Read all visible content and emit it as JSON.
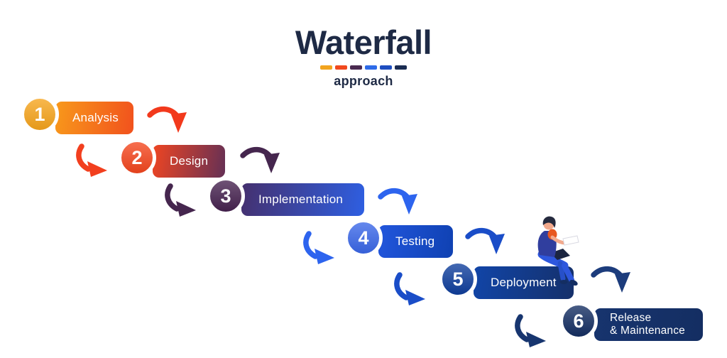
{
  "title": "Waterfall",
  "subtitle": "approach",
  "colors": {
    "title": "#1E2A45",
    "background": "#FFFFFF"
  },
  "title_dashes": [
    "#F2A41E",
    "#F1491E",
    "#4A2A50",
    "#2E6BE8",
    "#1E4EC0",
    "#1A2C52"
  ],
  "steps": [
    {
      "number": "1",
      "label": "Analysis",
      "circle": "#F6A41C",
      "bar_from": "#F8991B",
      "bar_to": "#F1511D"
    },
    {
      "number": "2",
      "label": "Design",
      "circle": "#F4461E",
      "bar_from": "#EF4522",
      "bar_to": "#643055"
    },
    {
      "number": "3",
      "label": "Implementation",
      "circle": "#46224F",
      "bar_from": "#45306E",
      "bar_to": "#2E5FE2"
    },
    {
      "number": "4",
      "label": "Testing",
      "circle": "#3A67E8",
      "bar_from": "#2256DC",
      "bar_to": "#0F41B2"
    },
    {
      "number": "5",
      "label": "Deployment",
      "circle": "#0F3E9C",
      "bar_from": "#1145A8",
      "bar_to": "#15306A"
    },
    {
      "number": "6",
      "label": "Release\n& Maintenance",
      "circle": "#142E62",
      "bar_from": "#17346E",
      "bar_to": "#142E62"
    }
  ],
  "arrows": [
    {
      "name": "arrow-1-2-upper",
      "color": "#F2391C"
    },
    {
      "name": "arrow-1-2-lower",
      "color": "#F23F1E"
    },
    {
      "name": "arrow-2-3-upper",
      "color": "#45264E"
    },
    {
      "name": "arrow-2-3-lower",
      "color": "#45264E"
    },
    {
      "name": "arrow-3-4-upper",
      "color": "#2D64EE"
    },
    {
      "name": "arrow-3-4-lower",
      "color": "#2D64EE"
    },
    {
      "name": "arrow-4-5-upper",
      "color": "#1A4DC8"
    },
    {
      "name": "arrow-4-5-lower",
      "color": "#1A4DC8"
    },
    {
      "name": "arrow-5-6-upper",
      "color": "#1C3C7C"
    },
    {
      "name": "arrow-5-6-lower",
      "color": "#17356F"
    }
  ],
  "person": {
    "hair": "#252A3E",
    "skin": "#F2A98C",
    "shirt": "#303E9E",
    "sleeve": "#E8581F",
    "pants": "#2E57DD",
    "pants_dark": "#2750C9",
    "shoes": "#142E62",
    "paper": "#FFFFFF",
    "device": "#1B2540"
  }
}
